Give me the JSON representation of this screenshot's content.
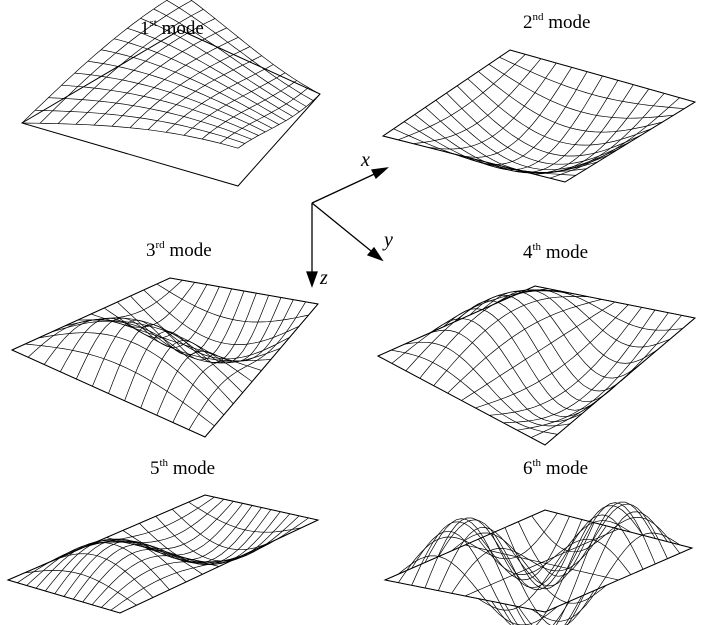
{
  "figure": {
    "modes": [
      {
        "id": "mode-1",
        "number": "1",
        "suffix": "st",
        "word": "mode"
      },
      {
        "id": "mode-2",
        "number": "2",
        "suffix": "nd",
        "word": "mode"
      },
      {
        "id": "mode-3",
        "number": "3",
        "suffix": "rd",
        "word": "mode"
      },
      {
        "id": "mode-4",
        "number": "4",
        "suffix": "th",
        "word": "mode"
      },
      {
        "id": "mode-5",
        "number": "5",
        "suffix": "th",
        "word": "mode"
      },
      {
        "id": "mode-6",
        "number": "6",
        "suffix": "th",
        "word": "mode"
      }
    ],
    "axes": {
      "x": "x",
      "y": "y",
      "z": "z"
    },
    "colors": {
      "line": "#000000",
      "background": "#ffffff"
    }
  }
}
